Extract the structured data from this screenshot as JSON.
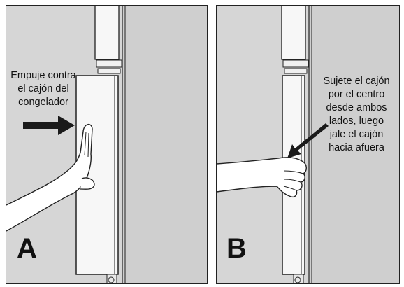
{
  "panels": [
    {
      "letter": "A",
      "instruction": "Empuje contra\nel cajón del\ncongelador"
    },
    {
      "letter": "B",
      "instruction": "Sujete el cajón\npor el centro\ndesde ambos\nlados, luego\njale el cajón\nhacia afuera"
    }
  ],
  "colors": {
    "wall": "#d6d6d6",
    "appliance": "#f7f7f7",
    "outline": "#222222",
    "arrow": "#1a1a1a"
  }
}
